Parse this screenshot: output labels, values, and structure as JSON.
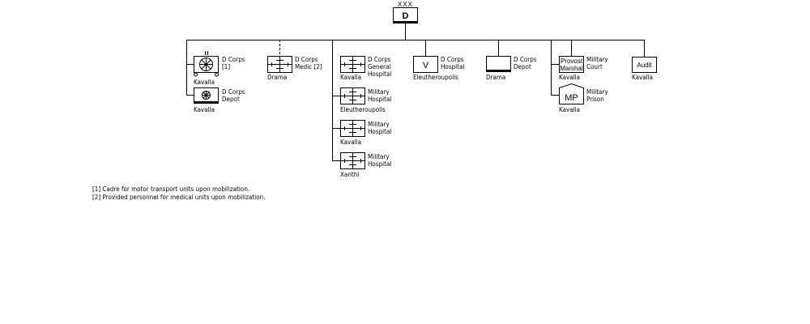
{
  "hq": {
    "echelon": "XXX",
    "label": "D"
  },
  "units": {
    "transport": {
      "name": [
        "D Corps",
        "[1]"
      ],
      "location": "Kavalla"
    },
    "corps_depot_1": {
      "name": [
        "D Corps",
        "Depot"
      ],
      "location": "Kavalla"
    },
    "medic": {
      "name": [
        "D Corps",
        "Medic [2]"
      ],
      "location": "Drama"
    },
    "general_hospital": {
      "name": [
        "D Corps",
        "General",
        "Hospital"
      ],
      "location": "Kavalla"
    },
    "mil_hospital_eleu": {
      "name": [
        "Military",
        "Hospital"
      ],
      "location": "Eleutheroupolis"
    },
    "mil_hospital_kavalla": {
      "name": [
        "Military",
        "Hospital"
      ],
      "location": "Kavalla"
    },
    "mil_hospital_xanthi": {
      "name": [
        "Military",
        "Hospital"
      ],
      "location": "Xanthi"
    },
    "corps_hospital": {
      "symbol": "V",
      "name": [
        "D Corps",
        "Hospital"
      ],
      "location": "Eleutheroupolis"
    },
    "corps_depot_2": {
      "name": [
        "D Corps",
        "Depot"
      ],
      "location": "Drama"
    },
    "military_court": {
      "box_text": [
        "Provost",
        "Marshal"
      ],
      "name": [
        "Military",
        "Court"
      ],
      "location": "Kavalla"
    },
    "military_prison": {
      "symbol": "MP",
      "name": [
        "Military",
        "Prison"
      ],
      "location": "Kavalla"
    },
    "audit": {
      "box_text": "Audit",
      "location": "Kavalla"
    }
  },
  "notes": [
    "[1] Cadre for motor transport units upon mobilization.",
    "[2] Provided personnel for medical units upon mobilization."
  ]
}
